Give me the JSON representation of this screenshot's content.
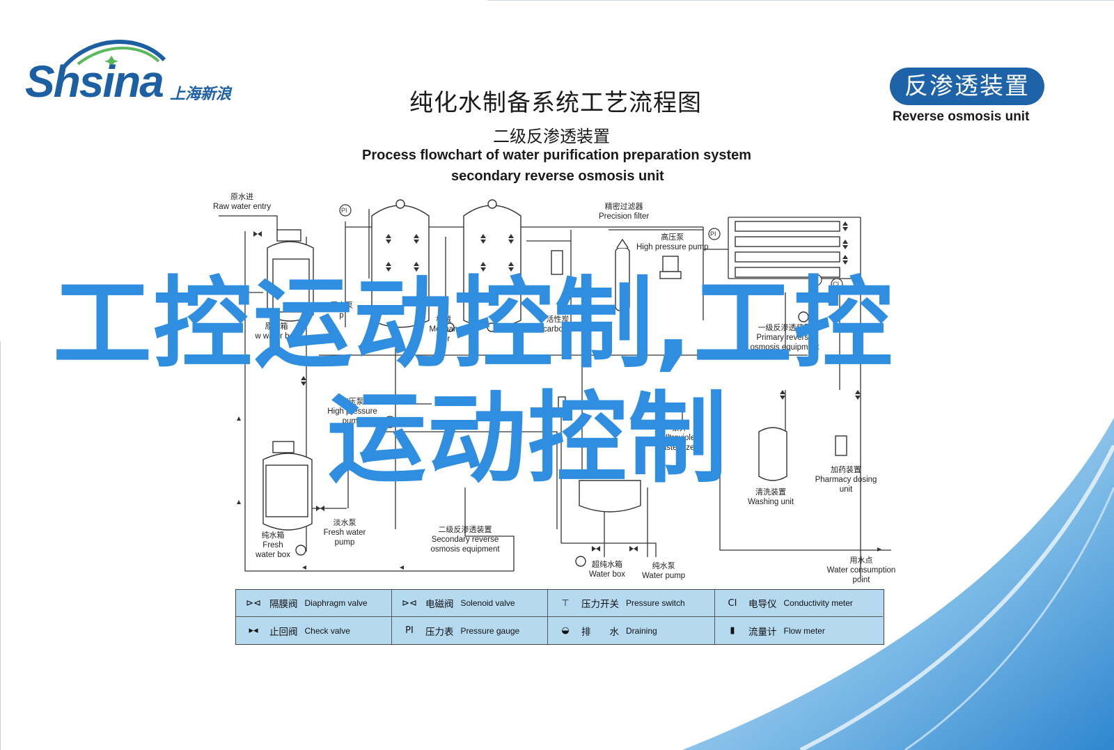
{
  "logo": {
    "brand": "Shsina",
    "brand_cn": "上海新浪"
  },
  "header": {
    "title_cn": "纯化水制备系统工艺流程图",
    "subtitle_cn": "二级反渗透装置",
    "title_en": "Process flowchart of water purification preparation system",
    "subtitle_en": "secondary reverse osmosis unit"
  },
  "badge": {
    "cn": "反渗透装置",
    "en": "Reverse osmosis unit"
  },
  "labels": {
    "raw_water": {
      "cn": "原水进",
      "en": "Raw water entry"
    },
    "precision_filter": {
      "cn": "精密过滤器",
      "en": "Precision filter"
    },
    "hp_pump_top": {
      "cn": "高压泵",
      "en": "High pressure pump"
    },
    "raw_pump": {
      "cn": "原水泵",
      "en": "p"
    },
    "raw_box": {
      "cn": "原水箱",
      "en": "w water box"
    },
    "mech": {
      "cn": "机械",
      "en": "Mechan ilter"
    },
    "carbon": {
      "cn": "活性炭",
      "en": "ive carbon filter"
    },
    "primary_ro": {
      "cn": "一级反渗透装置",
      "en": "Primary reverse osmosis equipment"
    },
    "hp_pump_mid": {
      "cn": "高压泵",
      "en": "High pressure pump"
    },
    "uv": {
      "cn": "紫外",
      "en": "Ultraviolet asteurizer"
    },
    "pharmacy": {
      "cn": "加药装置",
      "en": "Pharmacy dosing unit"
    },
    "washing": {
      "cn": "清洗装置",
      "en": "Washing unit"
    },
    "fresh_box": {
      "cn": "纯水箱",
      "en": "Fresh water box"
    },
    "fresh_pump": {
      "cn": "淡水泵",
      "en": "Fresh water pump"
    },
    "secondary_ro": {
      "cn": "二级反渗透装置",
      "en": "Secondary reverse osmosis equipment"
    },
    "pure_box": {
      "cn": "超纯水箱",
      "en": "Water box"
    },
    "water_pump": {
      "cn": "纯水泵",
      "en": "Water pump"
    },
    "consumption": {
      "cn": "用水点",
      "en": "Water consumption point"
    }
  },
  "legend": [
    {
      "sym": "⊳⊲",
      "cn": "隔膜阀",
      "en": "Diaphragm valve"
    },
    {
      "sym": "⊳⊲",
      "cn": "电磁阀",
      "en": "Solenoid valve"
    },
    {
      "sym": "⊤",
      "cn": "压力开关",
      "en": "Pressure switch"
    },
    {
      "sym": "CI",
      "cn": "电导仪",
      "en": "Conductivity meter"
    },
    {
      "sym": "▸◂",
      "cn": "止回阀",
      "en": "Check valve"
    },
    {
      "sym": "PI",
      "cn": "压力表",
      "en": "Pressure gauge"
    },
    {
      "sym": "◒",
      "cn": "排　　水",
      "en": "Draining"
    },
    {
      "sym": "▮",
      "cn": "流量计",
      "en": "Flow meter"
    }
  ],
  "overlay": {
    "line1": "工控运动控制,工控",
    "line2": "运动控制"
  },
  "colors": {
    "brand": "#1c5fa2",
    "legend_bg": "#b5d9ef",
    "overlay": "#2f8ee0",
    "wave": "#5ba7de"
  }
}
